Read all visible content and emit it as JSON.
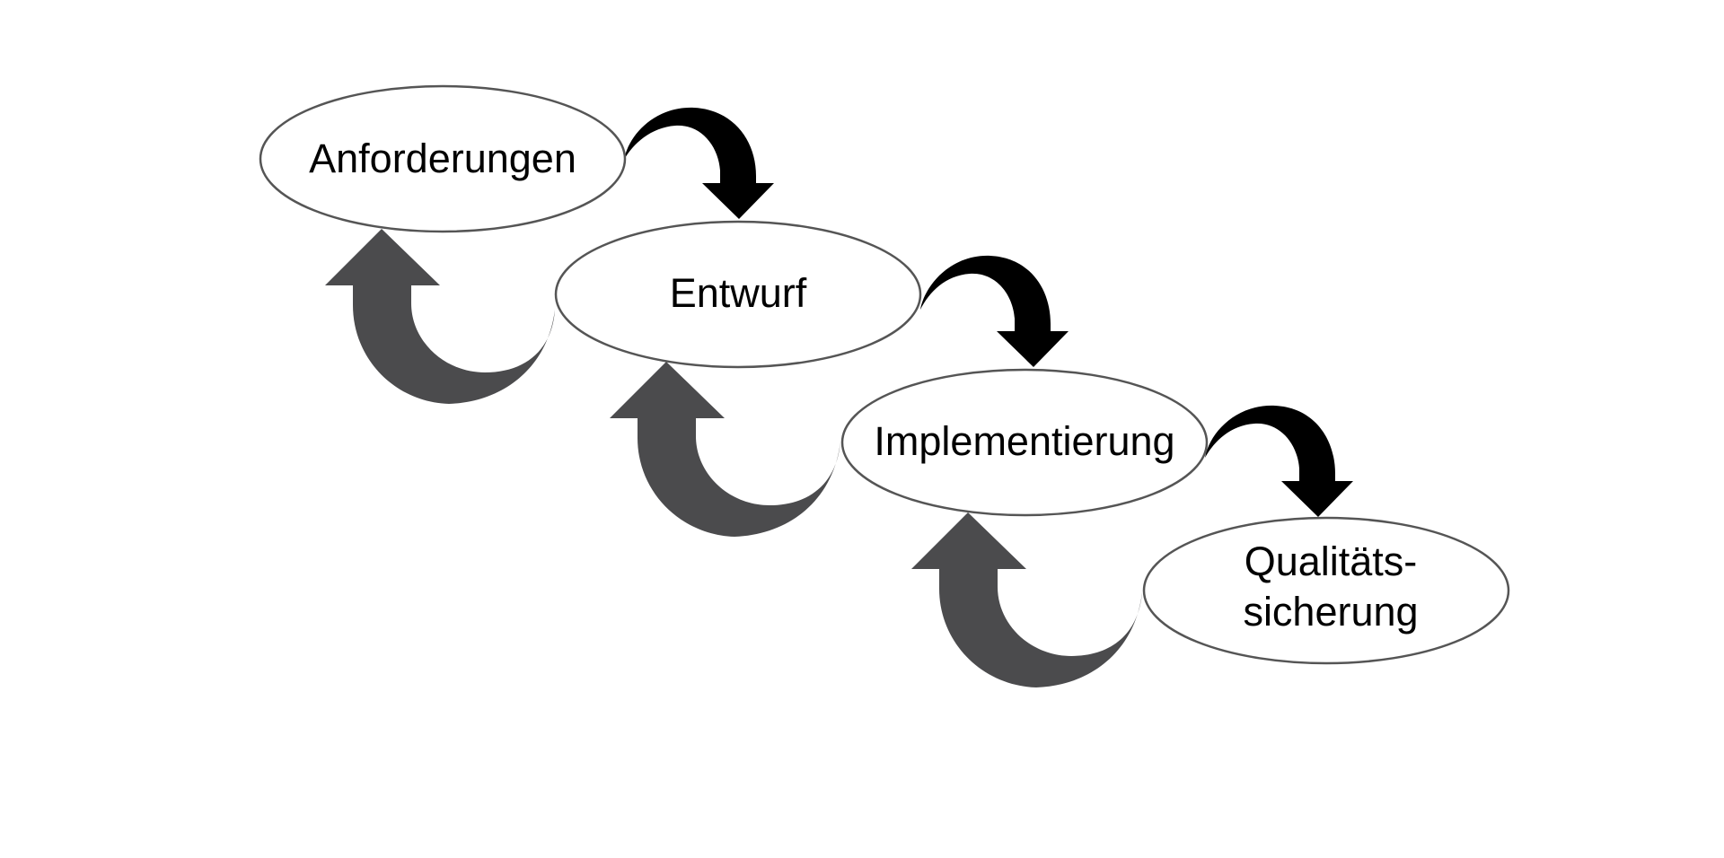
{
  "stages": [
    {
      "lines": [
        "Anforderungen"
      ]
    },
    {
      "lines": [
        "Entwurf"
      ]
    },
    {
      "lines": [
        "Implementierung"
      ]
    },
    {
      "lines": [
        "Qualitäts-",
        "sicherung"
      ]
    }
  ],
  "colors": {
    "background": "#ffffff",
    "ellipse_fill": "#ffffff",
    "ellipse_stroke": "#555555",
    "text": "#000000",
    "forward_arrow": "#000000",
    "feedback_arrow": "#4b4b4d"
  }
}
